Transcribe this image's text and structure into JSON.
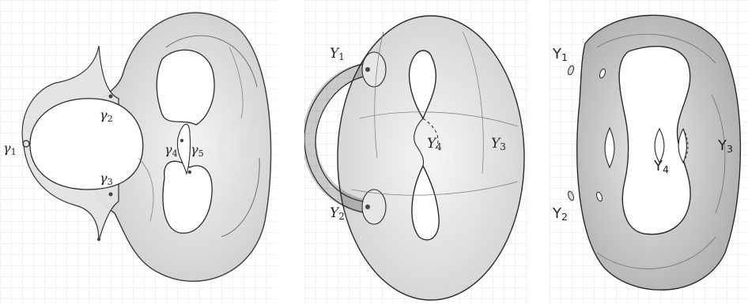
{
  "panels": [
    {
      "labels": [
        {
          "base": "γ",
          "sub": "1"
        },
        {
          "base": "γ",
          "sub": "2"
        },
        {
          "base": "γ",
          "sub": "3"
        },
        {
          "base": "γ",
          "sub": "4"
        },
        {
          "base": "γ",
          "sub": "5"
        }
      ]
    },
    {
      "labels": [
        {
          "base": "Y",
          "sub": "1"
        },
        {
          "base": "Y",
          "sub": "2"
        },
        {
          "base": "Y",
          "sub": "3"
        },
        {
          "base": "Y",
          "sub": "4"
        }
      ]
    },
    {
      "labels": [
        {
          "base": "Y",
          "sub": "1"
        },
        {
          "base": "Y",
          "sub": "2"
        },
        {
          "base": "Y",
          "sub": "3"
        },
        {
          "base": "Y",
          "sub": "4"
        }
      ]
    }
  ],
  "colors": {
    "grid": "#d9d9d9",
    "ink": "#2a2a2a",
    "shade": "#cfcfcf",
    "shade_dark": "#a8a8a8"
  }
}
